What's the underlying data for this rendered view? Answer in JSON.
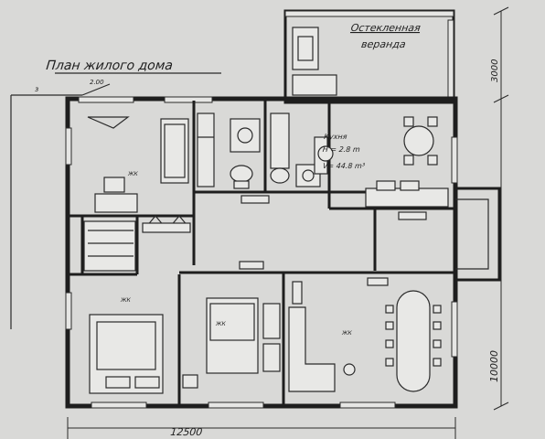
{
  "title": "План жилого дома",
  "veranda_label_1": "Остекленная",
  "veranda_label_2": "веранда",
  "kitchen": {
    "name": "Кухня",
    "height": "H = 2.8 m",
    "volume": "V= 44.8 m³"
  },
  "dims": {
    "width": "12500",
    "depth": "10000",
    "veranda": "3000"
  },
  "level_mark": "з",
  "level_mark_2": "2.00",
  "room_tag": "ЖК",
  "colors": {
    "paper": "#d9d9d7",
    "ink": "#1e1e1e",
    "watermark": "#f2f2f2"
  }
}
